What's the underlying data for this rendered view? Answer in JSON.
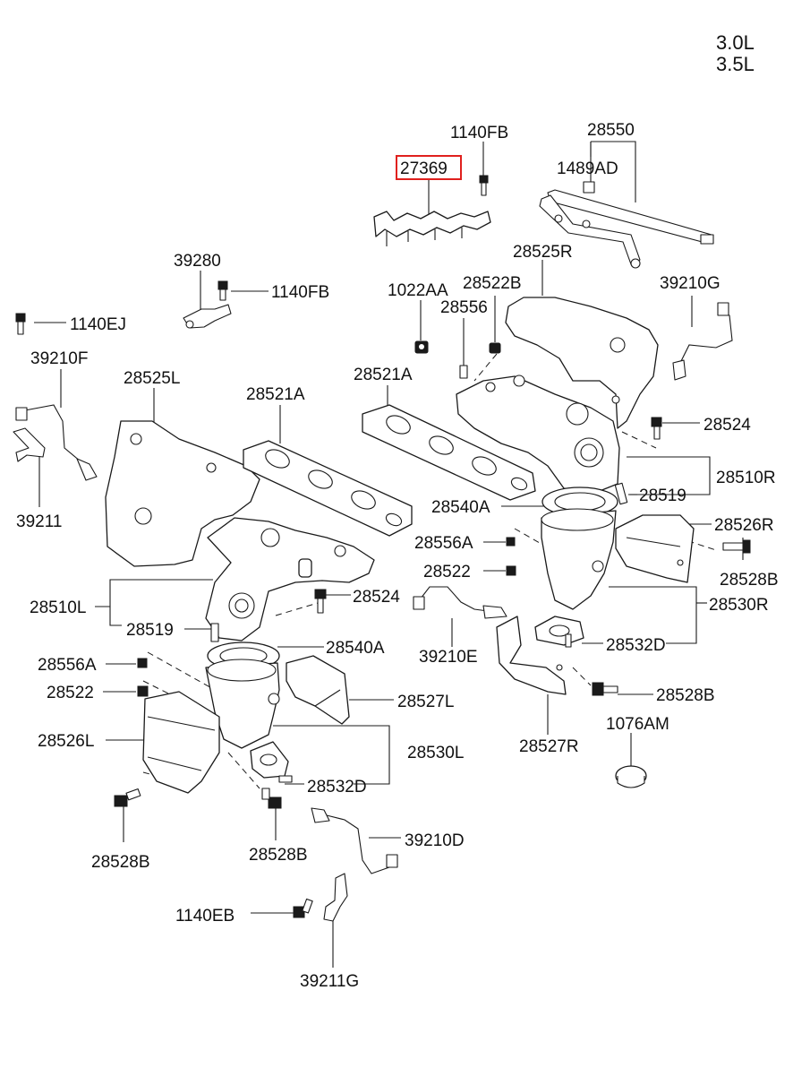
{
  "engine": {
    "line1": "3.0L",
    "line2": "3.5L"
  },
  "highlight_color": "#e0201e",
  "labels": {
    "p1140FB_top": "1140FB",
    "p27369": "27369",
    "p28550": "28550",
    "p1489AD": "1489AD",
    "p28525R": "28525R",
    "p39280": "39280",
    "p1140FB_mid": "1140FB",
    "p1140EJ": "1140EJ",
    "p1022AA": "1022AA",
    "p28522B": "28522B",
    "p28556": "28556",
    "p39210G": "39210G",
    "p39210F": "39210F",
    "p28525L": "28525L",
    "p28521A_left": "28521A",
    "p28521A_right": "28521A",
    "p28524_right": "28524",
    "p28510R": "28510R",
    "p28519_right": "28519",
    "p28540A_right": "28540A",
    "p39211": "39211",
    "p28526R": "28526R",
    "p28556A_mid": "28556A",
    "p28528B_right": "28528B",
    "p28522_mid": "28522",
    "p28524_left": "28524",
    "p28510L": "28510L",
    "p28530R": "28530R",
    "p28519_left": "28519",
    "p28532D_right": "28532D",
    "p28540A_left": "28540A",
    "p39210E": "39210E",
    "p28556A_left": "28556A",
    "p28522_left": "28522",
    "p28528B_mid": "28528B",
    "p28527L": "28527L",
    "p1076AM": "1076AM",
    "p28526L": "28526L",
    "p28530L": "28530L",
    "p28527R": "28527R",
    "p28532D_left": "28532D",
    "p28528B_left": "28528B",
    "p28528B_bottom": "28528B",
    "p39210D": "39210D",
    "p1140EB": "1140EB",
    "p39211G": "39211G"
  }
}
